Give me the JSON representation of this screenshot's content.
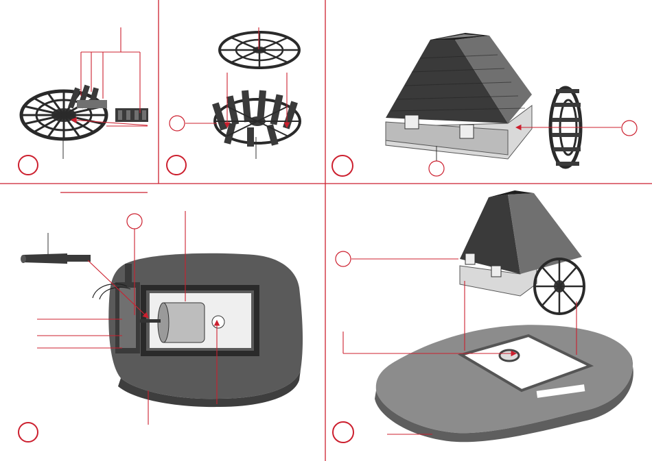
{
  "panels": [
    {
      "id": "wheel-assembly",
      "step_marker": ""
    },
    {
      "id": "wheel-closing",
      "step_marker": ""
    },
    {
      "id": "house-with-wheel",
      "step_marker": ""
    },
    {
      "id": "motor-base",
      "step_marker": ""
    },
    {
      "id": "house-on-base",
      "step_marker": ""
    }
  ],
  "colors": {
    "accent": "#cc1f2e",
    "part_dark": "#3a3a3a",
    "part_mid": "#707070",
    "part_light": "#cfcfcf"
  },
  "icons": [
    "water-wheel-icon",
    "mill-house-icon",
    "motor-icon",
    "rock-base-icon",
    "pulley-icon"
  ]
}
